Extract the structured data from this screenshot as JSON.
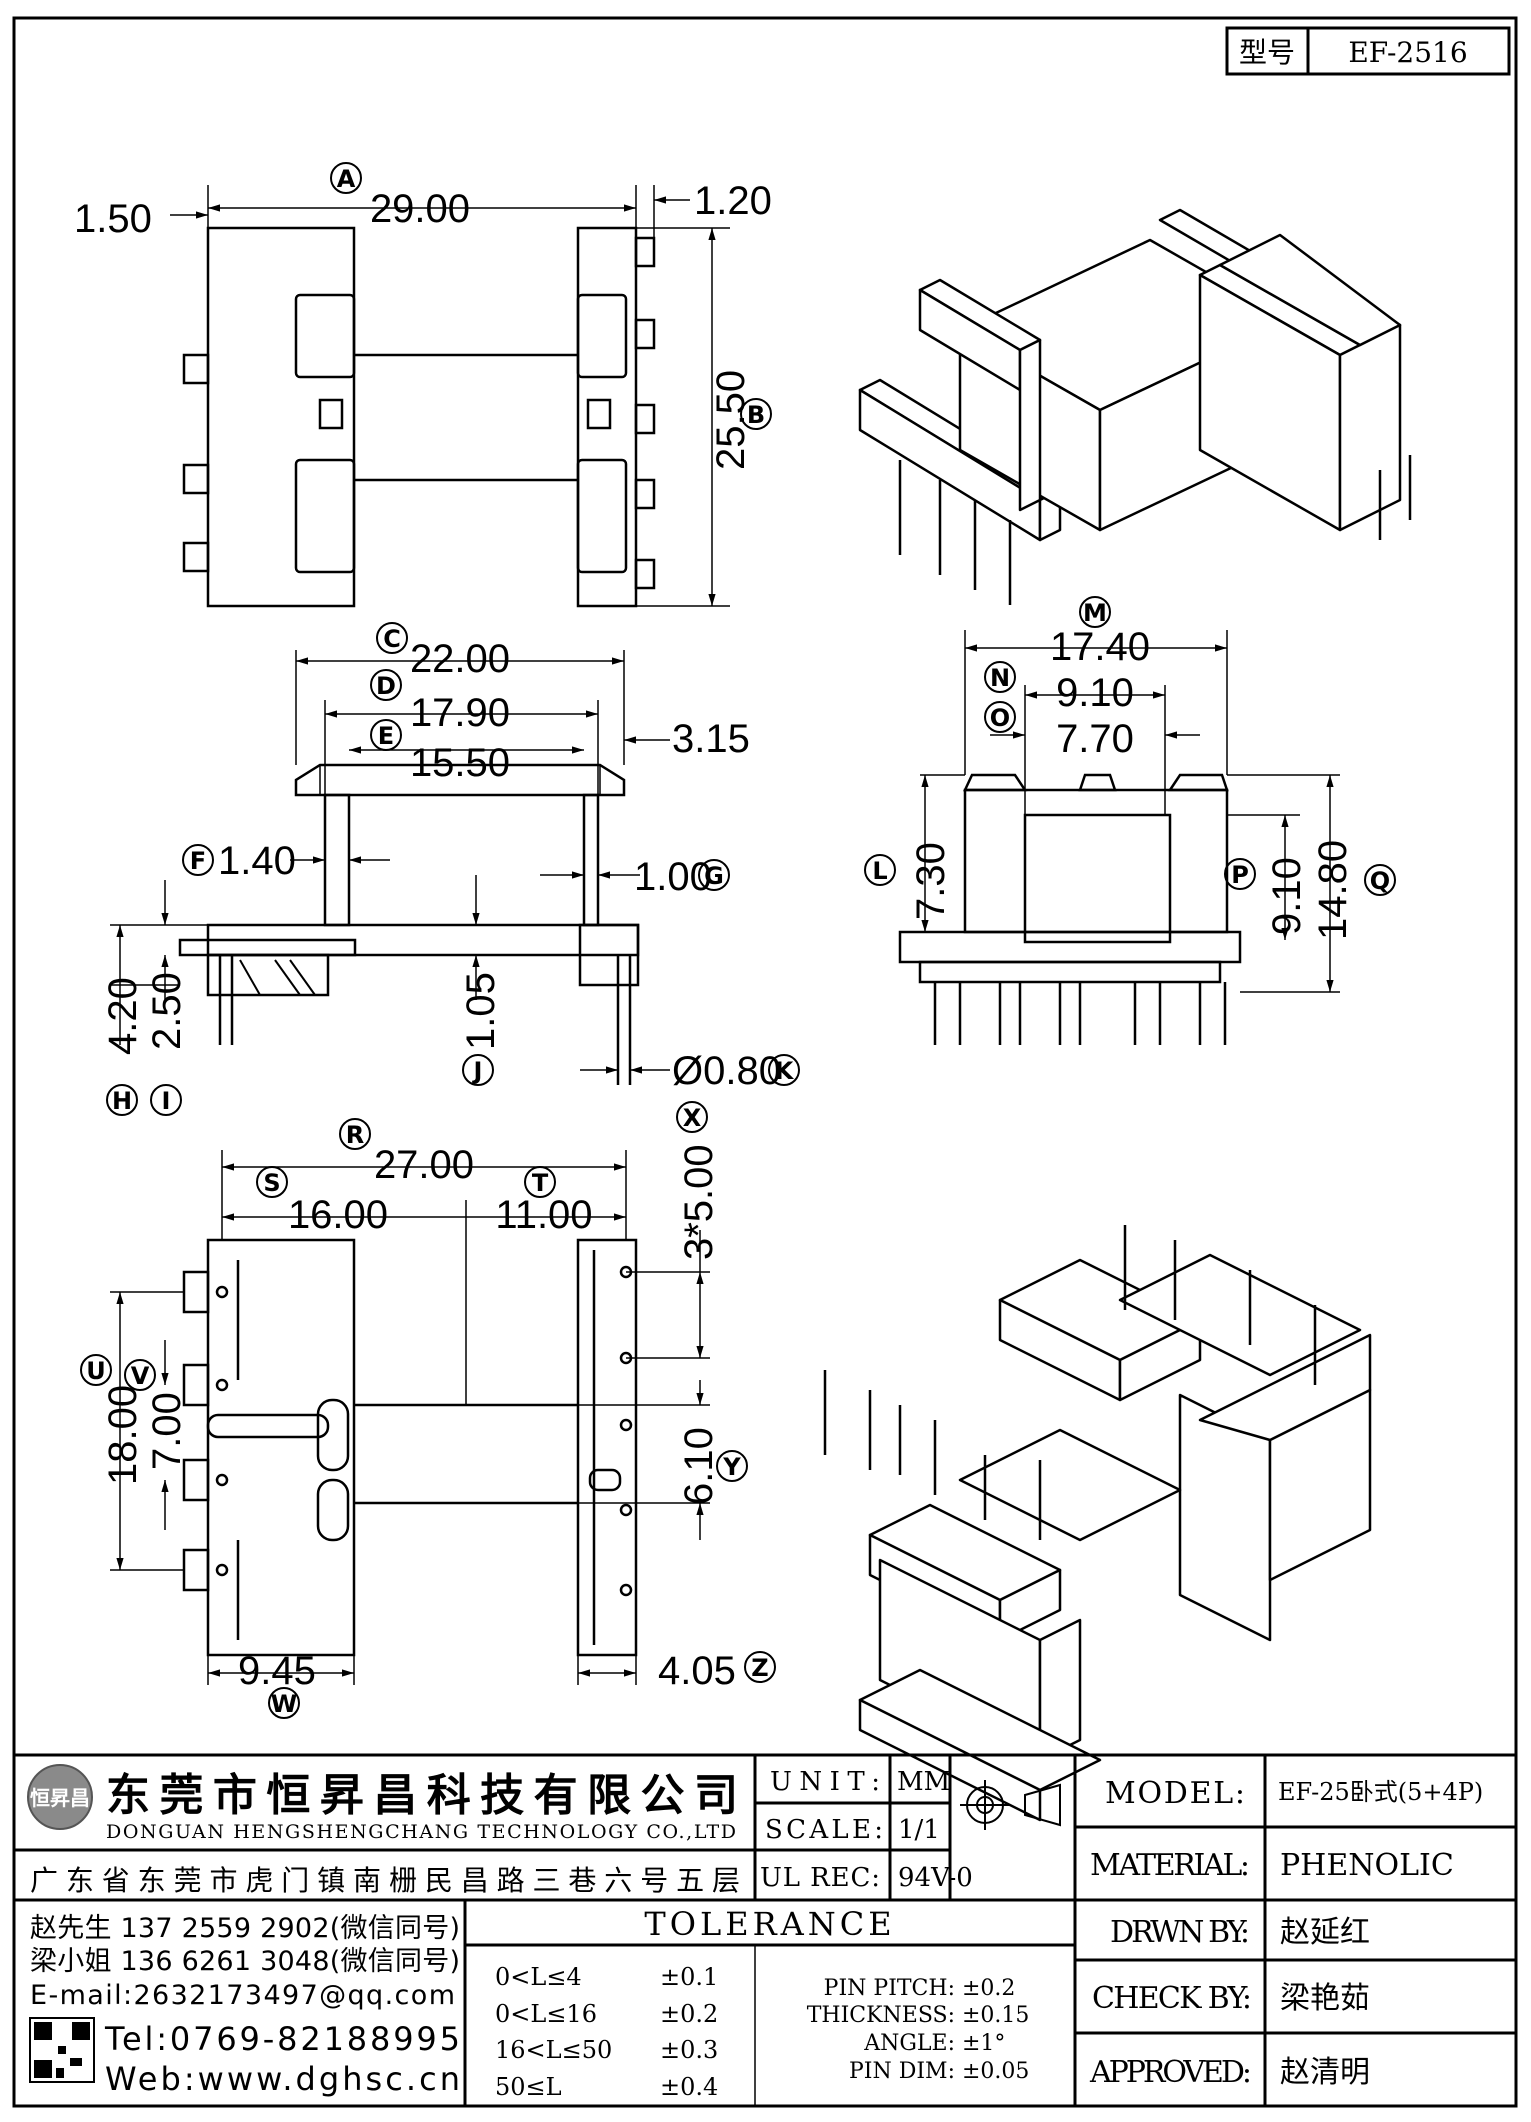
{
  "header": {
    "type_label": "型号",
    "part_number": "EF-2516"
  },
  "top_view": {
    "dim_a": "29.00",
    "dim_a_label": "A",
    "dim_left": "1.50",
    "dim_right": "1.20",
    "dim_b": "25.50",
    "dim_b_label": "B"
  },
  "side_view": {
    "dim_c": "22.00",
    "dim_c_label": "C",
    "dim_d": "17.90",
    "dim_d_label": "D",
    "dim_e": "15.50",
    "dim_e_label": "E",
    "dim_right": "3.15",
    "dim_f": "1.40",
    "dim_f_label": "F",
    "dim_g": "1.00",
    "dim_g_label": "G",
    "dim_h": "4.20",
    "dim_h_label": "H",
    "dim_i": "2.50",
    "dim_i_label": "I",
    "dim_j": "1.05",
    "dim_j_label": "J",
    "dim_k": "Ø0.80",
    "dim_k_label": "K"
  },
  "end_view": {
    "dim_m": "17.40",
    "dim_m_label": "M",
    "dim_n": "9.10",
    "dim_n_label": "N",
    "dim_o": "7.70",
    "dim_o_label": "O",
    "dim_l": "7.30",
    "dim_l_label": "L",
    "dim_p": "9.10",
    "dim_p_label": "P",
    "dim_q": "14.80",
    "dim_q_label": "Q"
  },
  "bottom_view": {
    "dim_r": "27.00",
    "dim_r_label": "R",
    "dim_s": "16.00",
    "dim_s_label": "S",
    "dim_t": "11.00",
    "dim_t_label": "T",
    "dim_x": "3*5.00",
    "dim_x_label": "X",
    "dim_u": "18.00",
    "dim_u_label": "U",
    "dim_v": "7.00",
    "dim_v_label": "V",
    "dim_y": "6.10",
    "dim_y_label": "Y",
    "dim_w": "9.45",
    "dim_w_label": "W",
    "dim_z": "4.05",
    "dim_z_label": "Z"
  },
  "title_block": {
    "company_cn": "东莞市恒昇昌科技有限公司",
    "company_en": "DONGUAN HENGSHENGCHANG TECHNOLOGY CO.,LTD",
    "logo_text": "恒昇昌",
    "address": "广东省东莞市虎门镇南栅民昌路三巷六号五层",
    "unit_label": "UNIT:",
    "unit_value": "MM",
    "scale_label": "SCALE:",
    "scale_value": "1/1",
    "ulrec_label": "UL REC:",
    "ulrec_value": "94V-0",
    "model_label": "MODEL:",
    "model_value": "EF-25卧式(5+4P)",
    "material_label": "MATERIAL:",
    "material_value": "PHENOLIC",
    "drawn_label": "DRWN BY:",
    "drawn_value": "赵延红",
    "check_label": "CHECK BY:",
    "check_value": "梁艳茹",
    "approved_label": "APPROVED:",
    "approved_value": "赵清明",
    "contact1": "赵先生 137 2559 2902(微信同号)",
    "contact2": "梁小姐 136 6261 3048(微信同号)",
    "email": "E-mail:2632173497@qq.com",
    "tel": "Tel:0769-82188995",
    "web": "Web:www.dghsc.cn",
    "tolerance_title": "TOLERANCE",
    "tolerances": [
      {
        "range": "0<L≤4",
        "value": "±0.1"
      },
      {
        "range": "0<L≤16",
        "value": "±0.2"
      },
      {
        "range": "16<L≤50",
        "value": "±0.3"
      },
      {
        "range": "50≤L",
        "value": "±0.4"
      }
    ],
    "specs": [
      {
        "label": "PIN PITCH:",
        "value": "±0.2"
      },
      {
        "label": "THICKNESS:",
        "value": "±0.15"
      },
      {
        "label": "ANGLE:",
        "value": "±1°"
      },
      {
        "label": "PIN DIM:",
        "value": "±0.05"
      }
    ]
  }
}
